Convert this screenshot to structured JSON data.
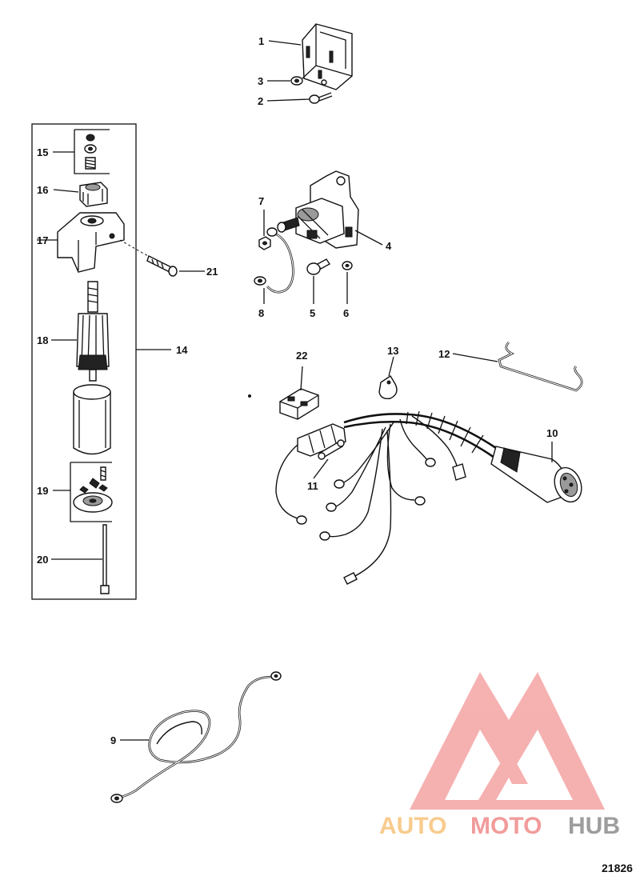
{
  "callouts": {
    "c1": "1",
    "c2": "2",
    "c3": "3",
    "c4": "4",
    "c5": "5",
    "c6": "6",
    "c7": "7",
    "c8": "8",
    "c9": "9",
    "c10": "10",
    "c11": "11",
    "c12": "12",
    "c13": "13",
    "c14": "14",
    "c15": "15",
    "c16": "16",
    "c17": "17",
    "c18": "18",
    "c19": "19",
    "c20": "20",
    "c21": "21",
    "c22": "22"
  },
  "figure_number": "21826",
  "watermark": {
    "part1": "AUTO",
    "part2": "MOTO",
    "part3": "HUB",
    "color_auto": "#f7c27a",
    "color_moto": "#f08a8a",
    "color_hub": "#8c8c8c",
    "logo_color": "#f4a3a3"
  }
}
